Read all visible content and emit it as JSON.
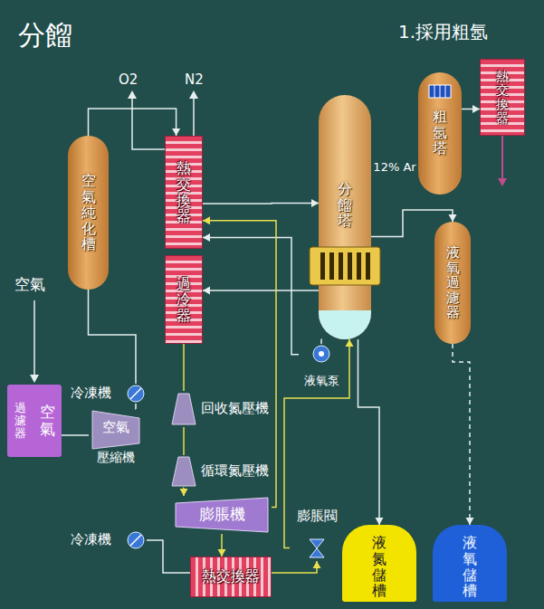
{
  "diagram": {
    "title": "分餾",
    "nodes": [
      {
        "text": [
          "空氣純化槽"
        ]
      },
      {
        "text": [
          "熱交換器"
        ]
      },
      {
        "text": [
          "分餾塔"
        ]
      },
      {
        "text": [
          "粗氬塔"
        ]
      },
      {
        "text": [
          "熱交換器"
        ]
      },
      {
        "text": [
          "過冷器"
        ]
      },
      {
        "text": [
          "液氧過濾器"
        ]
      },
      {
        "text": [
          "液氧泵"
        ]
      },
      {
        "text": [
          "冷凍機"
        ]
      },
      {
        "text": [
          "過濾器",
          "空氣"
        ]
      },
      {
        "text": [
          "空氣",
          "壓縮機"
        ]
      },
      {
        "text": [
          "回收氮壓機"
        ]
      },
      {
        "text": [
          "循環氮壓機"
        ]
      },
      {
        "text": [
          "膨脹機"
        ]
      },
      {
        "text": [
          "冷凍機"
        ]
      },
      {
        "text": [
          "膨脹閥"
        ]
      },
      {
        "text": [
          "熱交換器"
        ]
      },
      {
        "text": [
          "液氮儲槽"
        ]
      },
      {
        "text": [
          "液氧儲槽"
        ]
      }
    ],
    "edges": [
      {
        "from": 9,
        "to": 10,
        "arrow": "none"
      },
      {
        "from": 10,
        "to": 8,
        "arrow": "none"
      },
      {
        "from": 8,
        "to": 0,
        "arrow": "none"
      },
      {
        "from": 0,
        "to": 1,
        "arrow": "to"
      },
      {
        "from": 1,
        "to": 2,
        "arrow": "to"
      },
      {
        "from": 2,
        "to": 5,
        "arrow": "to"
      },
      {
        "from": 2,
        "to": 3,
        "label": "12% Ar",
        "arrow": "to"
      },
      {
        "from": 3,
        "to": 4,
        "arrow": "to"
      },
      {
        "from": 2,
        "to": 6,
        "arrow": "to"
      },
      {
        "from": 6,
        "to": 18,
        "arrow": "to"
      },
      {
        "from": 2,
        "to": 17,
        "arrow": "to"
      },
      {
        "from": 2,
        "to": 7,
        "arrow": "none"
      },
      {
        "from": 7,
        "to": 1,
        "arrow": "to"
      },
      {
        "from": 5,
        "to": 11,
        "arrow": "none"
      },
      {
        "from": 11,
        "to": 12,
        "arrow": "none"
      },
      {
        "from": 12,
        "to": 13,
        "arrow": "to"
      },
      {
        "from": 13,
        "to": 16,
        "arrow": "to"
      },
      {
        "from": 16,
        "to": 15,
        "arrow": "to"
      },
      {
        "from": 15,
        "to": 2,
        "arrow": "to"
      },
      {
        "from": 14,
        "to": 16,
        "arrow": "none"
      },
      {
        "from": 13,
        "to": 1,
        "arrow": "to"
      }
    ],
    "labels": [
      "1.採用粗氬",
      "O2",
      "N2",
      "空氣"
    ]
  }
}
